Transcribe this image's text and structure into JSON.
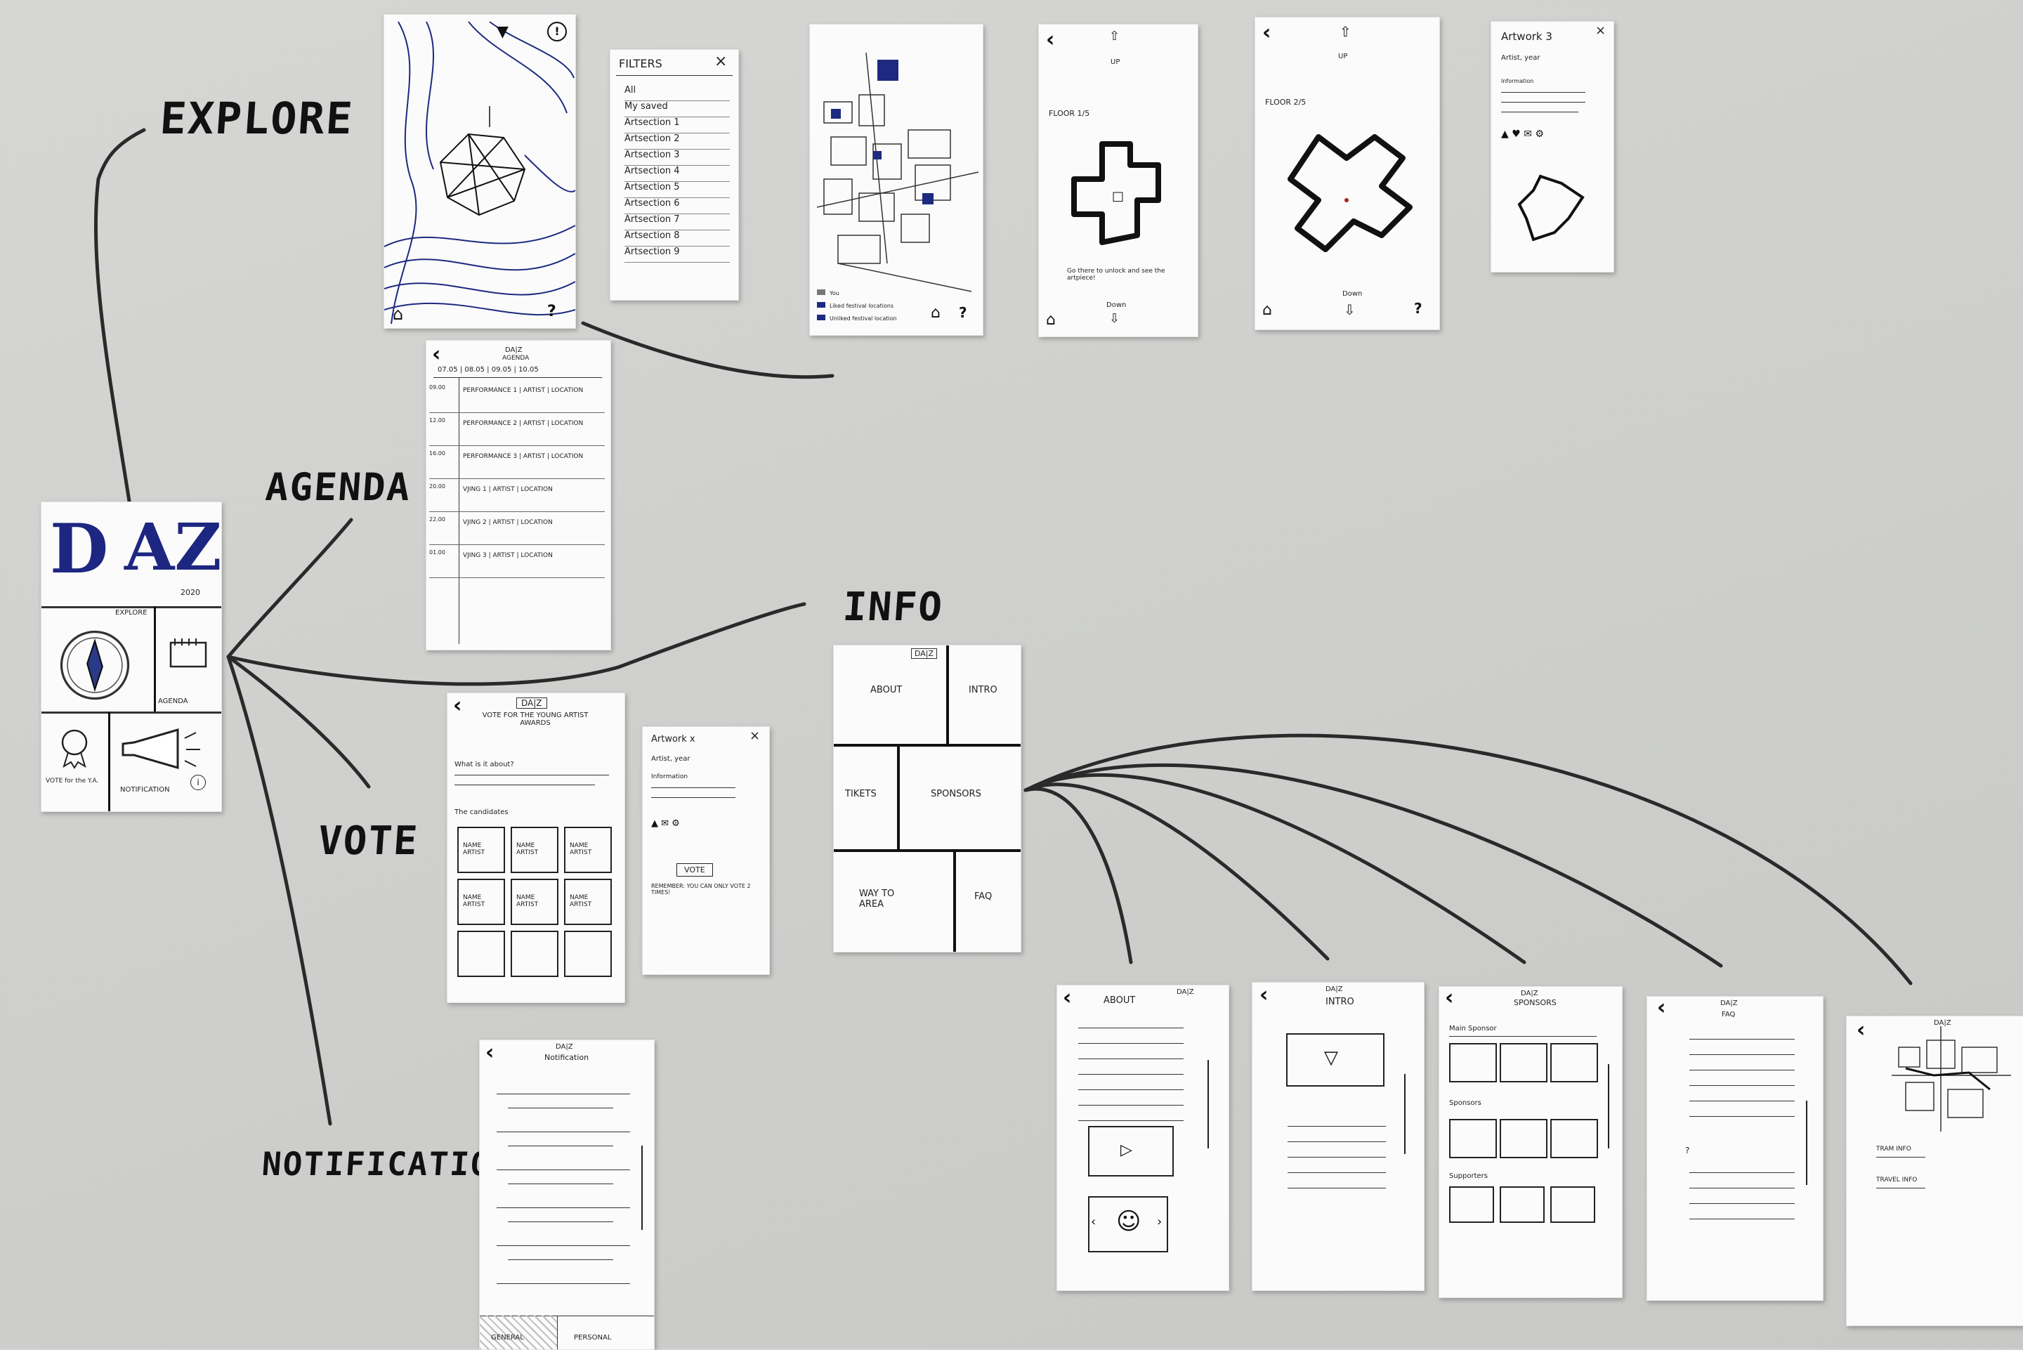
{
  "labels": {
    "explore": "EXPLORE",
    "agenda": "AGENDA",
    "vote": "VOTE",
    "notification": "NOTIFICATION",
    "info": "INFO"
  },
  "home": {
    "logo_d": "D",
    "logo_az": "AZ",
    "year": "2020",
    "explore": "EXPLORE",
    "agenda": "AGENDA",
    "vote": "VOTE for the Y.A.",
    "notification": "NOTIFICATION"
  },
  "filters": {
    "title": "FILTERS",
    "items": [
      "All",
      "My saved",
      "Artsection 1",
      "Artsection 2",
      "Artsection 3",
      "Artsection 4",
      "Artsection 5",
      "Artsection 6",
      "Artsection 7",
      "Artsection 8",
      "Artsection 9"
    ]
  },
  "campus_map": {
    "legend": [
      "You",
      "Liked festival locations",
      "Unliked festival location"
    ]
  },
  "floor1": {
    "up": "UP",
    "floor": "FLOOR 1/5",
    "note": "Go there to unlock and see the artpiece!",
    "down": "Down"
  },
  "floor2": {
    "up": "UP",
    "floor": "FLOOR 2/5",
    "down": "Down"
  },
  "artwork3": {
    "title": "Artwork 3",
    "artist": "Artist, year",
    "info": "Information"
  },
  "agenda_screen": {
    "logo": "DA|Z",
    "title": "AGENDA",
    "dates": "07.05 | 08.05 | 09.05 | 10.05",
    "rows": [
      {
        "time": "09.00",
        "text": "PERFORMANCE 1 | ARTIST | LOCATION"
      },
      {
        "time": "12.00",
        "text": "PERFORMANCE 2 | ARTIST | LOCATION"
      },
      {
        "time": "16.00",
        "text": "PERFORMANCE 3 | ARTIST | LOCATION"
      },
      {
        "time": "20.00",
        "text": "VJING 1 | ARTIST | LOCATION"
      },
      {
        "time": "22.00",
        "text": "VJING 2 | ARTIST | LOCATION"
      },
      {
        "time": "01.00",
        "text": "VJING 3 | ARTIST | LOCATION"
      }
    ]
  },
  "vote_screen": {
    "logo": "DA|Z",
    "title": "VOTE FOR THE YOUNG ARTIST AWARDS",
    "question": "What is it about?",
    "candidates_label": "The candidates",
    "candidates": [
      "NAME ARTIST",
      "NAME ARTIST",
      "NAME ARTIST",
      "NAME ARTIST",
      "NAME ARTIST",
      "NAME ARTIST"
    ]
  },
  "artwork_x": {
    "title": "Artwork x",
    "artist": "Artist, year",
    "info": "Information",
    "vote_button": "VOTE",
    "remember": "REMEMBER: YOU CAN ONLY VOTE 2 TIMES!"
  },
  "info_screen": {
    "logo": "DA|Z",
    "tiles": [
      "ABOUT",
      "INTRO",
      "TIKETS",
      "SPONSORS",
      "WAY TO AREA",
      "FAQ"
    ]
  },
  "notification_screen": {
    "logo": "DA|Z",
    "title": "Notification",
    "tabs": [
      "GENERAL",
      "PERSONAL"
    ]
  },
  "about_screen": {
    "logo": "DA|Z",
    "title": "ABOUT"
  },
  "intro_screen": {
    "logo": "DA|Z",
    "title": "INTRO"
  },
  "sponsors_screen": {
    "logo": "DA|Z",
    "title": "SPONSORS",
    "sections": [
      "Main Sponsor",
      "Sponsors",
      "Supporters"
    ]
  },
  "faq_screen": {
    "logo": "DA|Z",
    "title": "FAQ",
    "q": "?"
  },
  "way_screen": {
    "logo": "DA|Z",
    "train": "TRAM INFO",
    "travel": "TRAVEL INFO"
  }
}
